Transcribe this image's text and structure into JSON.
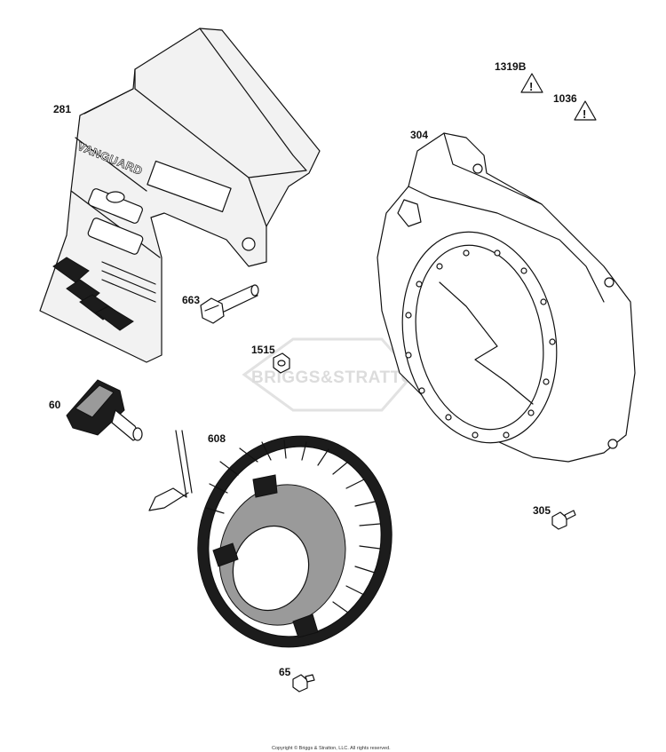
{
  "diagram": {
    "parts": [
      {
        "label": "281"
      },
      {
        "label": "304"
      },
      {
        "label": "1319B"
      },
      {
        "label": "1036"
      },
      {
        "label": "663"
      },
      {
        "label": "1515"
      },
      {
        "label": "60"
      },
      {
        "label": "608"
      },
      {
        "label": "305"
      },
      {
        "label": "65"
      }
    ],
    "brand_marking": "VANGUARD",
    "watermark": "BRIGGS&STRATTON",
    "copyright": "Copyright © Briggs & Stratton, LLC. All rights reserved.",
    "colors": {
      "line": "#111111",
      "panel": "#f2f2f2",
      "watermark": "#dcdcdc"
    }
  }
}
